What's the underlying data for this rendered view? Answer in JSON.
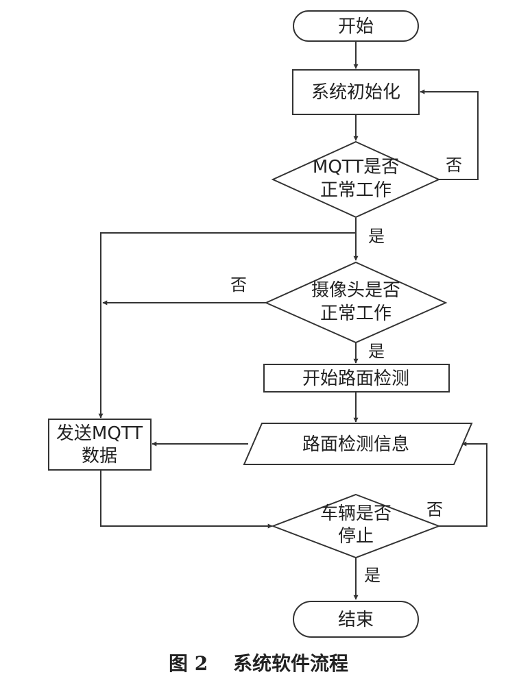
{
  "nodes": {
    "start": "开始",
    "init": "系统初始化",
    "mqtt_check": [
      "MQTT是否",
      "正常工作"
    ],
    "camera_check": [
      "摄像头是否",
      "正常工作"
    ],
    "road_detect": "开始路面检测",
    "send_mqtt": [
      "发送MQTT",
      "数据"
    ],
    "road_info": "路面检测信息",
    "vehicle_stop": [
      "车辆是否",
      "停止"
    ],
    "end": "结束"
  },
  "edges": {
    "mqtt_no": "否",
    "mqtt_yes": "是",
    "camera_no": "否",
    "camera_yes": "是",
    "vehicle_no": "否",
    "vehicle_yes": "是"
  },
  "caption": {
    "number": "图 2",
    "title": "系统软件流程"
  }
}
